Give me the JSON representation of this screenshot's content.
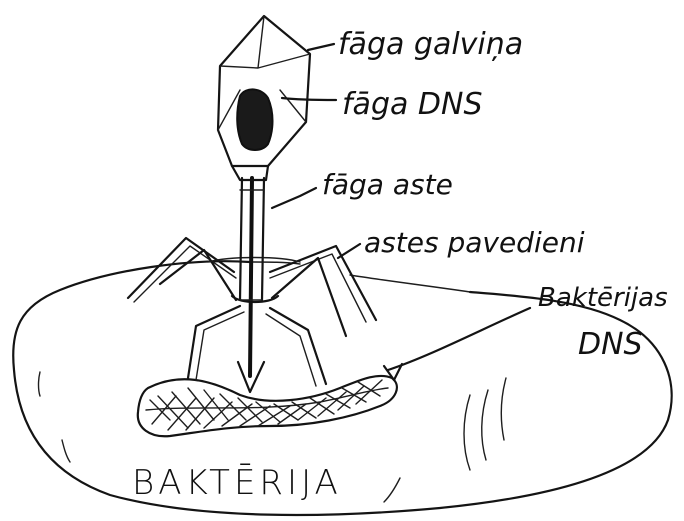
{
  "labels": {
    "phage_head": "fāga galviņa",
    "phage_dna": "fāga DNS",
    "phage_tail": "fāga aste",
    "tail_fibers": "astes pavedieni",
    "bacterial_dna_line1": "Baktērijas",
    "bacterial_dna_line2": "DNS",
    "bacterium": "BAKTĒRIJA"
  },
  "colors": {
    "ink": "#141414",
    "paper": "#ffffff"
  }
}
